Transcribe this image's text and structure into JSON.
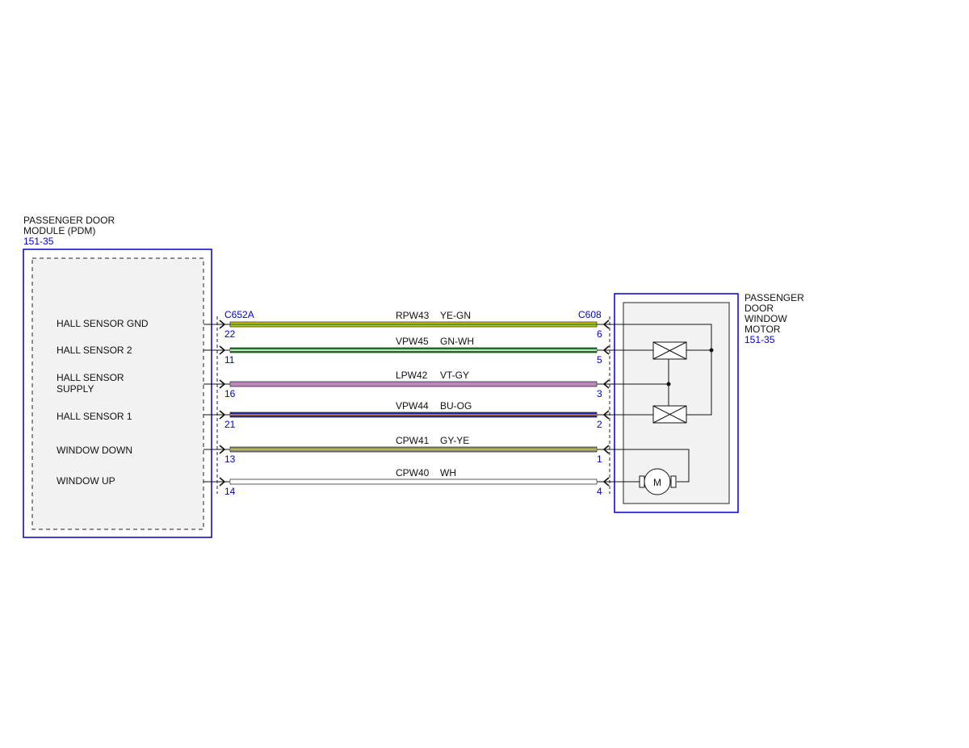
{
  "colors": {
    "module_border": "#0000cc",
    "ref_text": "#0000cc",
    "module_fill": "#f2f2f2",
    "line": "#111111"
  },
  "pdm": {
    "title_line1": "PASSENGER DOOR",
    "title_line2": "MODULE (PDM)",
    "ref": "151-35",
    "connector": "C652A"
  },
  "motor_module": {
    "title_line1": "PASSENGER",
    "title_line2": "DOOR",
    "title_line3": "WINDOW",
    "title_line4": "MOTOR",
    "ref": "151-35",
    "connector": "C608",
    "motor_symbol": "M"
  },
  "wires": [
    {
      "label": "HALL SENSOR GND",
      "circuit": "RPW43",
      "color_code": "YE-GN",
      "left_pin": "22",
      "right_pin": "6",
      "base": "#c8c800",
      "stripe": "#2f8a2f"
    },
    {
      "label": "HALL SENSOR 2",
      "circuit": "VPW45",
      "color_code": "GN-WH",
      "left_pin": "11",
      "right_pin": "5",
      "base": "#1f7a1f",
      "stripe": "#ffffff"
    },
    {
      "label": "HALL SENSOR",
      "label2": "SUPPLY",
      "circuit": "LPW42",
      "color_code": "VT-GY",
      "left_pin": "16",
      "right_pin": "3",
      "base": "#c87ac8",
      "stripe": "#a0a0a0"
    },
    {
      "label": "HALL SENSOR 1",
      "circuit": "VPW44",
      "color_code": "BU-OG",
      "left_pin": "21",
      "right_pin": "2",
      "base": "#2222aa",
      "stripe": "#e08a2a"
    },
    {
      "label": "WINDOW DOWN",
      "circuit": "CPW41",
      "color_code": "GY-YE",
      "left_pin": "13",
      "right_pin": "1",
      "base": "#8a8a70",
      "stripe": "#c8c840"
    },
    {
      "label": "WINDOW UP",
      "circuit": "CPW40",
      "color_code": "WH",
      "left_pin": "14",
      "right_pin": "4",
      "base": "#ffffff",
      "stripe": "#ffffff"
    }
  ]
}
